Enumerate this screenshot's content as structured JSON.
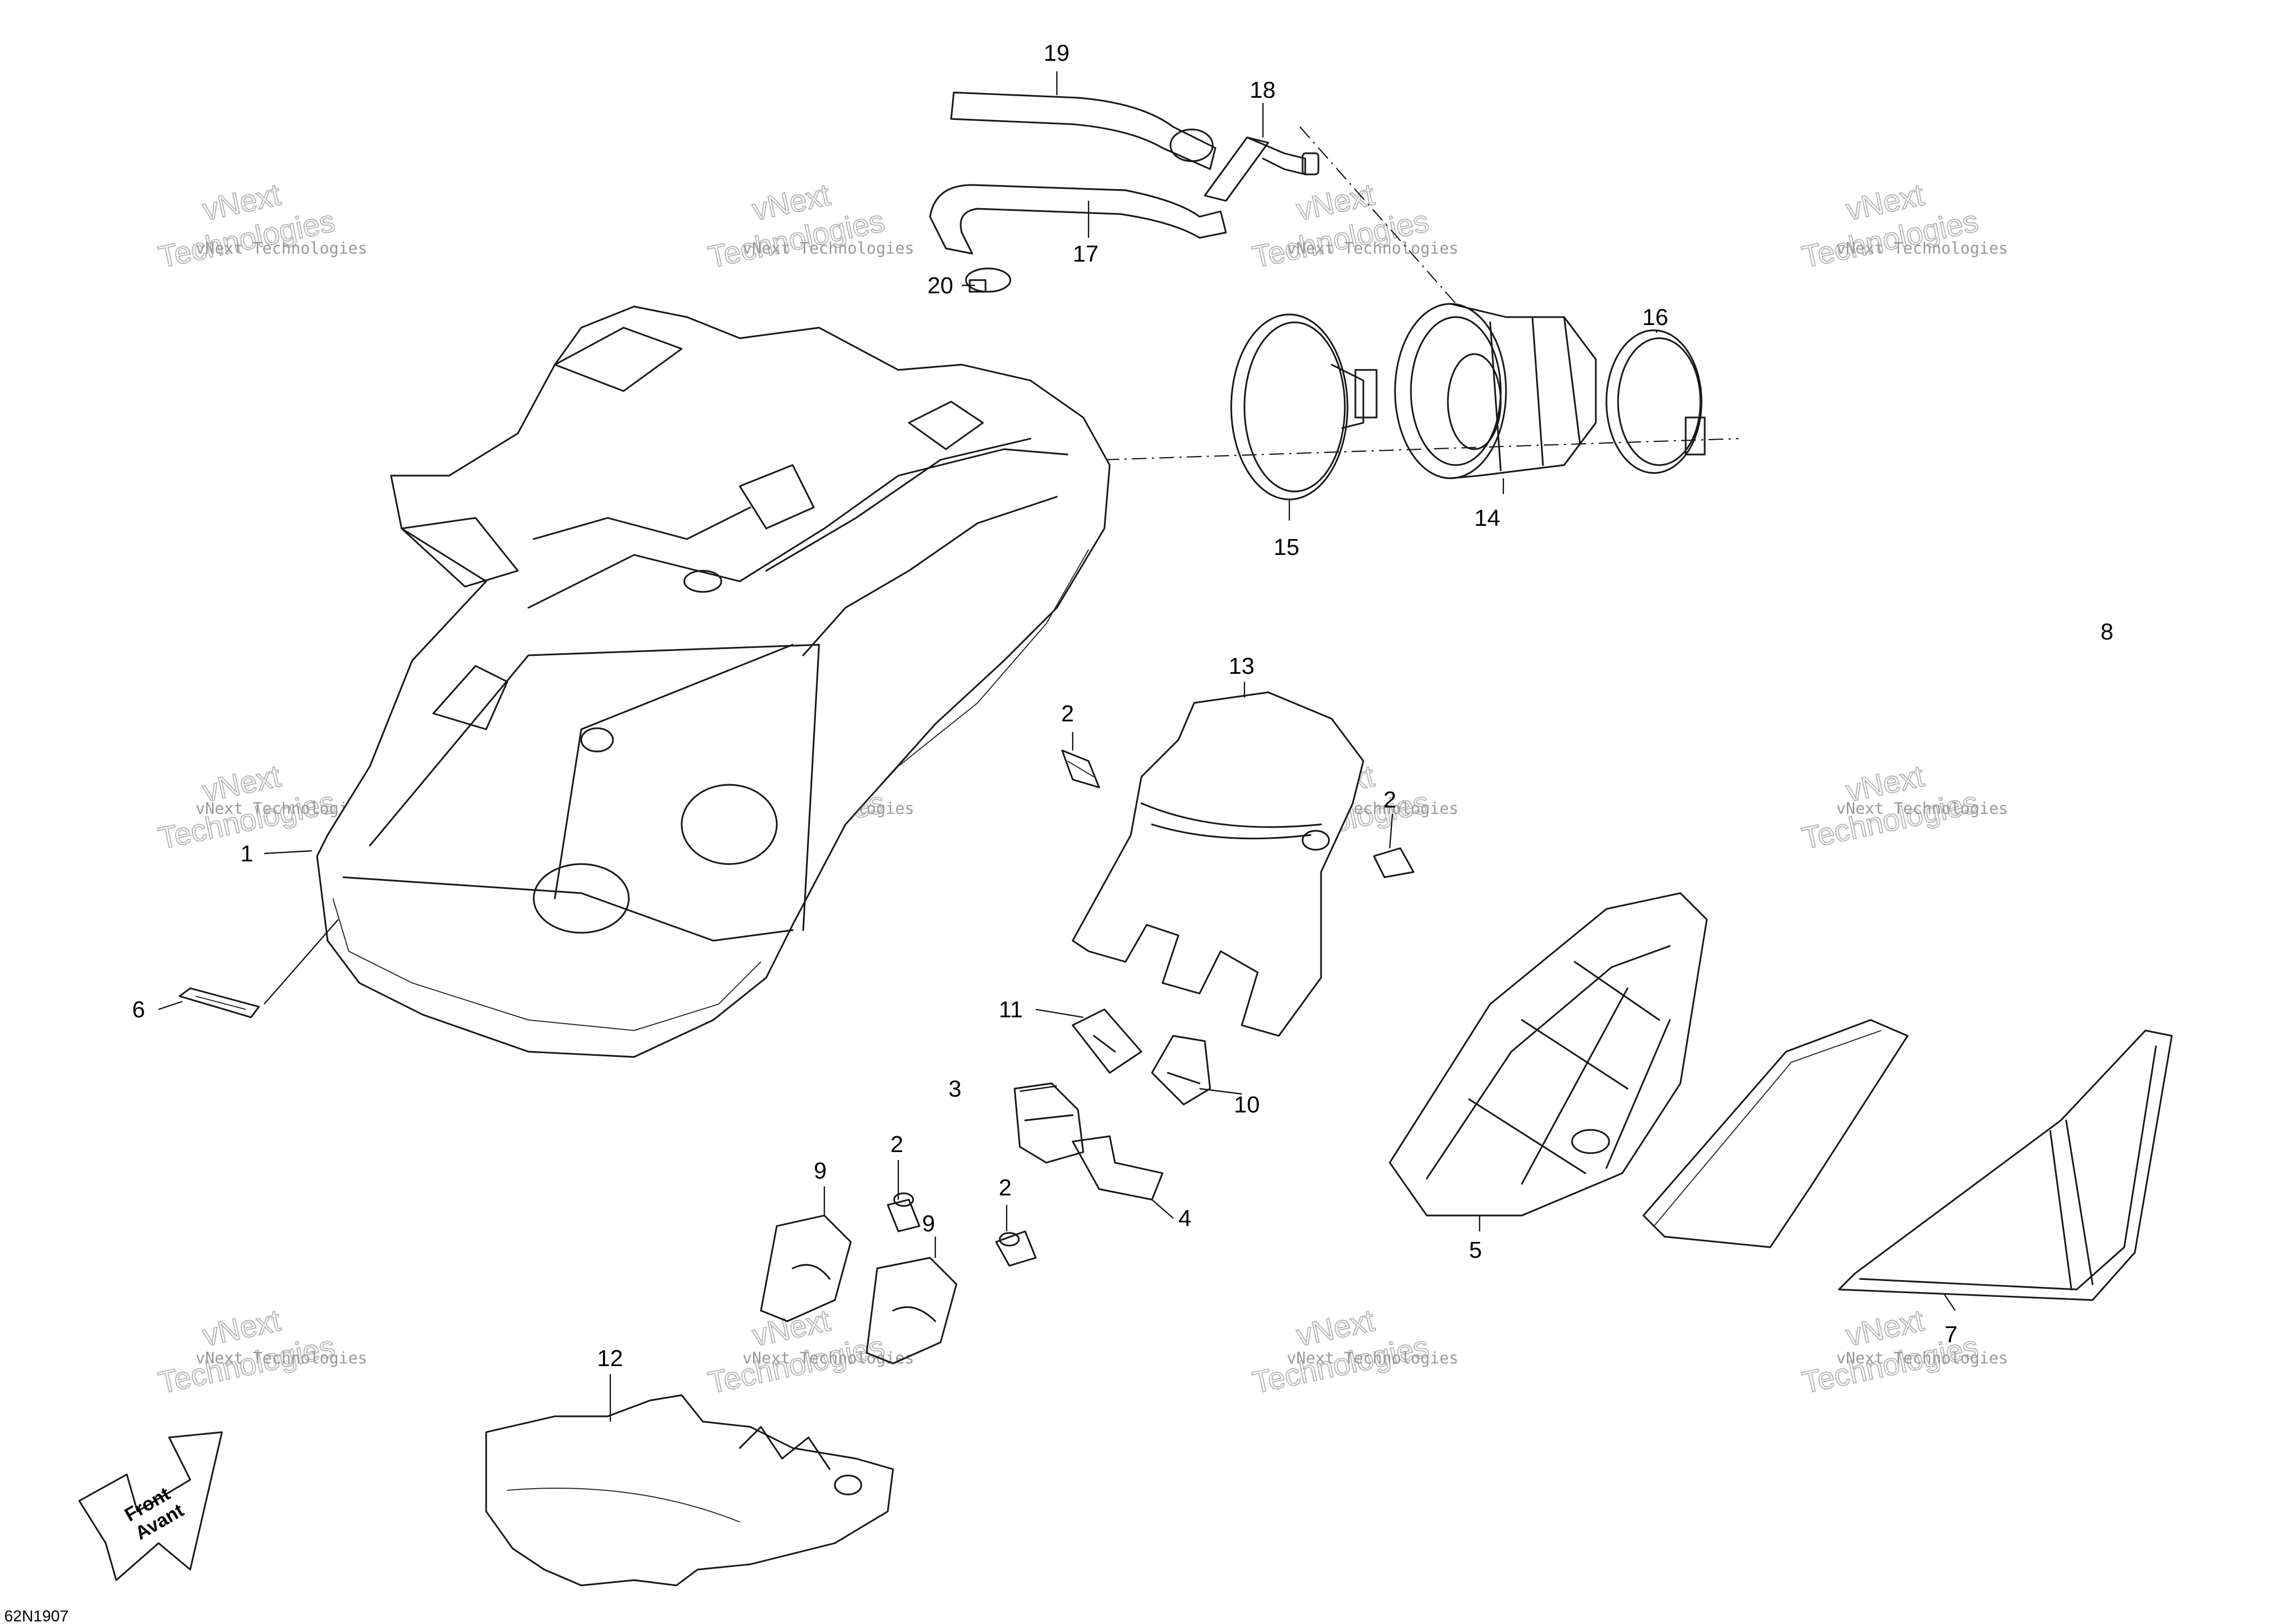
{
  "callouts": [
    "1",
    "2",
    "3",
    "4",
    "5",
    "6",
    "7",
    "8",
    "9",
    "10",
    "11",
    "12",
    "13",
    "14",
    "15",
    "16",
    "17",
    "18",
    "19",
    "20"
  ],
  "watermark": {
    "line1": "vNext",
    "line2": "Technologies",
    "full": "vNext Technologies"
  },
  "front_arrow": {
    "line1": "Front",
    "line2": "Avant"
  },
  "diagram_code": "62N1907",
  "colors": {
    "line": "#1a1a1a",
    "watermark": "#9a9a9a",
    "background": "#ffffff"
  }
}
